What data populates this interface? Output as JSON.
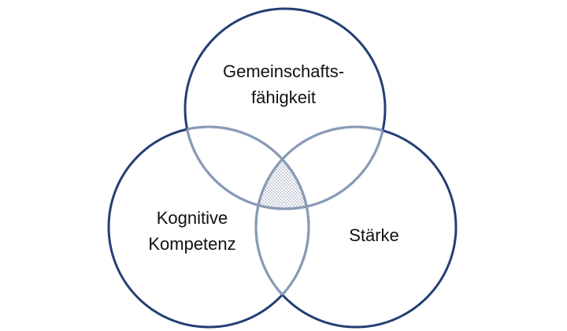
{
  "diagram": {
    "type": "venn-3",
    "colors": {
      "stroke": "#243f73",
      "overlap_stroke": "#8a9bb5",
      "center_fill": "#c9cfda",
      "text": "#111111"
    },
    "sets": [
      {
        "id": "top",
        "label_lines": [
          "Gemeinschafts-",
          "fähigkeit"
        ]
      },
      {
        "id": "left",
        "label_lines": [
          "Kognitive",
          "Kompetenz"
        ]
      },
      {
        "id": "right",
        "label_lines": [
          "Stärke"
        ]
      }
    ]
  }
}
